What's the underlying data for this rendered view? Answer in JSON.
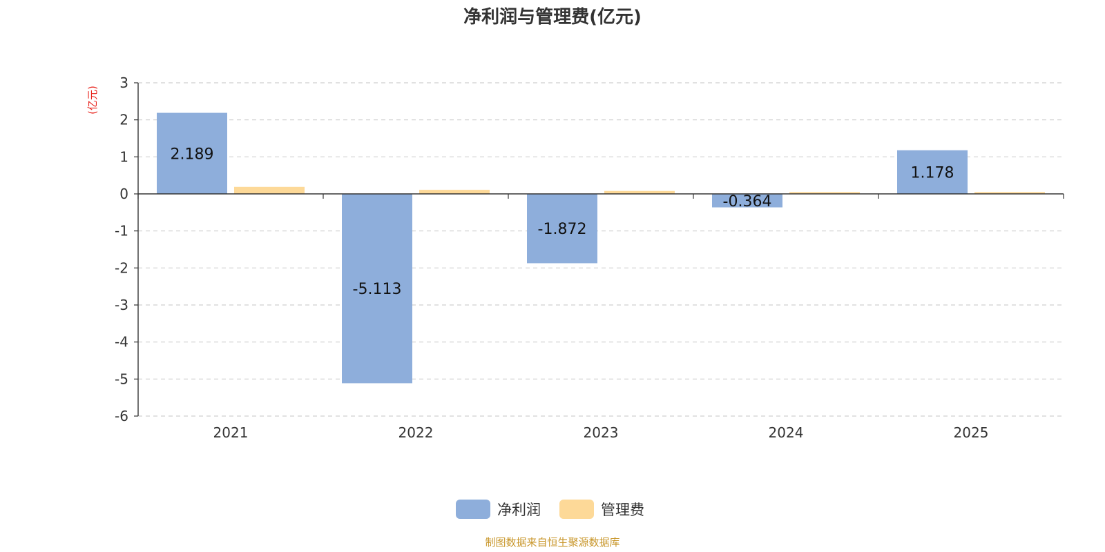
{
  "chart_data": {
    "type": "bar",
    "title": "净利润与管理费(亿元)",
    "y_unit_label": "(亿元)",
    "categories": [
      "2021",
      "2022",
      "2023",
      "2024",
      "2025"
    ],
    "series": [
      {
        "name": "净利润",
        "color": "#8eaedb",
        "values": [
          2.189,
          -5.113,
          -1.872,
          -0.364,
          1.178
        ],
        "labels": [
          "2.189",
          "-5.113",
          "-1.872",
          "-0.364",
          "1.178"
        ]
      },
      {
        "name": "管理费",
        "color": "#fdd998",
        "values": [
          0.19,
          0.11,
          0.08,
          0.05,
          0.05
        ]
      }
    ],
    "ylim": [
      -6,
      3
    ],
    "yticks": [
      3,
      2,
      1,
      0,
      -1,
      -2,
      -3,
      -4,
      -5,
      -6
    ],
    "grid": true,
    "legend": "bottom-center"
  },
  "source_note": "制图数据来自恒生聚源数据库"
}
